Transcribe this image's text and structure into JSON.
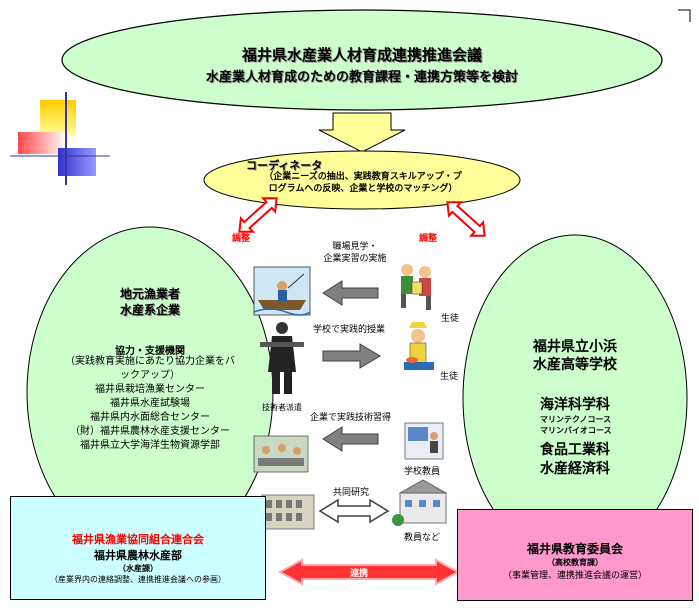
{
  "council": {
    "title": "福井県水産業人材育成連携推進会議",
    "subtitle": "水産業人材育成のための教育課程・連携方策等を検討"
  },
  "coordinator": {
    "title": "コーディネータ",
    "desc_line1": "（企業ニーズの抽出、実践教育スキルアップ・プ",
    "desc_line2": "ログラムへの反映、企業と学校のマッチング）"
  },
  "labels": {
    "adjust_left": "調整",
    "adjust_right": "調整",
    "renkei": "連携"
  },
  "industry": {
    "title_line1": "地元漁業者",
    "title_line2": "水産系企業",
    "coop_title": "協力・支援機関",
    "coop_desc_line1": "（実践教育実施にあたり協力企業をバ",
    "coop_desc_line2": "ックアップ）",
    "orgs": [
      "福井県栽培漁業センター",
      "福井県水産試験場",
      "福井県内水面総合センター",
      "（財）福井県農林水産支援センター",
      "福井県立大学海洋生物資源学部"
    ]
  },
  "school": {
    "name_line1": "福井県立小浜",
    "name_line2": "水産高等学校",
    "dept1": "海洋科学科",
    "course1": "マリンテクノコース",
    "course2": "マリンバイオコース",
    "dept2": "食品工業科",
    "dept3": "水産経済科"
  },
  "flows": {
    "tour_line1": "職場見学・",
    "tour_line2": "企業実習の実施",
    "student1": "生徒",
    "practical_class": "学校で実践的授業",
    "student2": "生徒",
    "technician": "技術者派遣",
    "skill_training": "企業で実践技術習得",
    "teacher": "学校教員",
    "joint_research": "共同研究",
    "teachers_etc": "教員など"
  },
  "left_box": {
    "line1": "福井県漁業協同組合連合会",
    "line2": "福井県農林水産部",
    "line3": "（水産課）",
    "line4": "（産業界内の連絡調整、連携推進会議への参画）",
    "bg_color": "#ccffff",
    "title_color": "#ff0000"
  },
  "right_box": {
    "line1": "福井県教育委員会",
    "line2": "（高校教育課）",
    "line3": "（事業管理、連携推進会議の運営）",
    "bg_color": "#ff99cc"
  },
  "colors": {
    "council_fill": "#ccffcc",
    "ellipse_fill": "#ccffcc",
    "coordinator_fill": "#ffff99",
    "down_arrow_fill": "#ffff99",
    "adjust_red": "#ff0000",
    "gray_arrow": "#808080"
  },
  "icons": [
    "fishing-boat-icon",
    "fisherman-icon",
    "students-icon",
    "fish-seller-icon",
    "teacher-icon",
    "factory-icon",
    "school-building-icon"
  ]
}
